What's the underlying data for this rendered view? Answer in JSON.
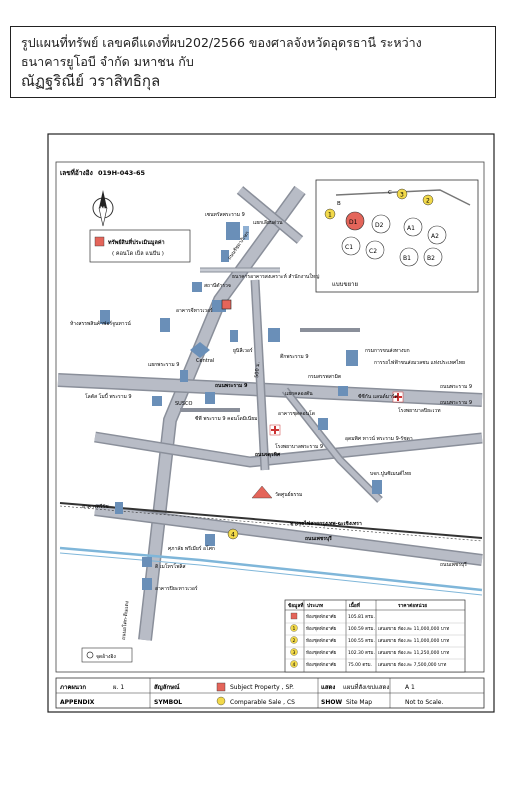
{
  "header": {
    "line1": "รูปแผนที่ทรัพย์ เลขคดีแดงที่ผบ202/2566  ของศาลจังหวัดอุดรธานี ระหว่าง",
    "line2": "ธนาคารยูโอบี จำกัด มหาชน  กับ",
    "line3": "ณัฏฐริณีย์ วราสิทธิกุล"
  },
  "map": {
    "ref_label": "เลขที่อ้างอิง",
    "ref_no": "019H-043-65",
    "legend_box": {
      "title": "ทรัพย์สินที่ประเมินมูลค่า",
      "subtitle": "( คอนโด เบ็ล แนปัน )"
    },
    "inset": {
      "label": "แบบขยาย",
      "units": [
        "A1",
        "A2",
        "B1",
        "B2",
        "C1",
        "C2",
        "D1",
        "D2"
      ],
      "markers": [
        "1",
        "2",
        "3"
      ],
      "letters": [
        "B",
        "C"
      ]
    },
    "places": {
      "hospital": "เซนทรัลพระราม 9",
      "station_expressway": "แยกเลียบด่วน",
      "police": "สถานีตำรวจ",
      "bank_hq": "ธนาคารอาคารสงเคราะห์ สำนักงานใหญ่",
      "g_tower": "อาคารจีทาวเวอร์",
      "shop_center": "ห้างสรรพสินค้าฟอร์จูนทาวน์",
      "central": "Central",
      "unilever": "ยูนิลีเวอร์",
      "bldg_phrarama9": "ตึกพระราม 9",
      "mrt": "แยกพระราม 9",
      "dept_excise": "กรมสรรพสามิต",
      "parking": "แยกพระราม 9",
      "ext_bldg": "กรมการขนส่งทางบก",
      "bank_thai": "การรถไฟฟ้าขนส่งมวลชน แห่งประเทศไทย",
      "interchange": "แยกคลองตัน",
      "road_rama9": "ถนนพระราม 9",
      "condo_left": "โลตัส โมบี้ พระราม 9",
      "susco": "SUSCO",
      "g_phrarama9": "ซีพี พระราม 9 คอนโดมิเนียม",
      "aggregate": "อาคารชุดคอนโด",
      "hospital_rama9": "โรงพยาบาลพระราม 9",
      "ggn": "ซีซีกัน แลนด์มาร์ค",
      "hospital_right": "โรงพยาบาลปิยะเวท",
      "market": "อุดมพิศ ทาวน์ พระราม 9-รัชดา",
      "road_rangkamhang": "ถนนจตุรทิศ",
      "company": "บจก.ปูนซิเมนต์ไทย",
      "temple": "วัดศูนย์ธรรม",
      "railway": "ทางรถไฟสายกรุงเทพ-ฉะเชิงเทรา",
      "road_kamphaeng": "ถนนเพชรบุรี",
      "road_right1": "ถนนพระราม 9",
      "road_right2": "ถนนพระราม 9",
      "road_right3": "ถนนเพชรบุรี",
      "city_bldg": "อาคารศรีรัช",
      "phetchaburi_shop": "ศุภาลัย พรีเมียร์ อโศก",
      "dvd_tower": "ดิ เมโทรโพลิส",
      "zeer_tower": "อาคารปิยะทาวเวอร์",
      "road_left_vert": "ถนนอโศก-ดินแดง",
      "road_diag": "ถนนรัชดาภิเษก",
      "road_500": "500 ม.",
      "map_label": "จุดอ้างอิง"
    },
    "table": {
      "headers": [
        "ข้อมูลที่",
        "ประเภท",
        "เนื้อที่",
        "ราคาต่อหน่วย"
      ],
      "rows": [
        {
          "no": "",
          "type": "ห้องชุดพักอาศัย",
          "area": "105.81 ตรม.",
          "price": ""
        },
        {
          "no": "1",
          "type": "ห้องชุดพักอาศัย",
          "area": "100.59 ตรม.",
          "price": "เสนอขาย ห้อง.ละ  11,000,000  บาท"
        },
        {
          "no": "2",
          "type": "ห้องชุดพักอาศัย",
          "area": "100.55 ตรม.",
          "price": "เสนอขาย ห้อง.ละ  11,000,000  บาท"
        },
        {
          "no": "3",
          "type": "ห้องชุดพักอาศัย",
          "area": "102.30 ตรม.",
          "price": "เสนอขาย ห้อง.ละ  11,250,000  บาท"
        },
        {
          "no": "4",
          "type": "ห้องชุดพักอาศัย",
          "area": "75.00 ตรม.",
          "price": "เสนอขาย ห้อง.ละ  7,500,000  บาท"
        }
      ]
    },
    "footer": {
      "c1_top": "ภาคผนวก",
      "c1_top_val": "ผ. 1",
      "c1_bot": "APPENDIX",
      "c2_top": "สัญลักษณ์",
      "c2_bot": "SYMBOL",
      "sym1": "Subject  Property , SP.",
      "sym2": "Comparable  Sale , CS",
      "c3_top": "แสดง",
      "c3_top_val": "แผนที่สังเขปแสดง",
      "c3_bot": "SHOW",
      "c3_bot_val": "Site Map",
      "c4_top": "A 1",
      "c4_bot": "Not to Scale."
    },
    "colors": {
      "road": "#b8bcc6",
      "road_edge": "#8a8f9a",
      "subject": "#e4655a",
      "comparable": "#f2d94a",
      "water": "#7fb6d9",
      "building": "#6a8fb8"
    }
  }
}
